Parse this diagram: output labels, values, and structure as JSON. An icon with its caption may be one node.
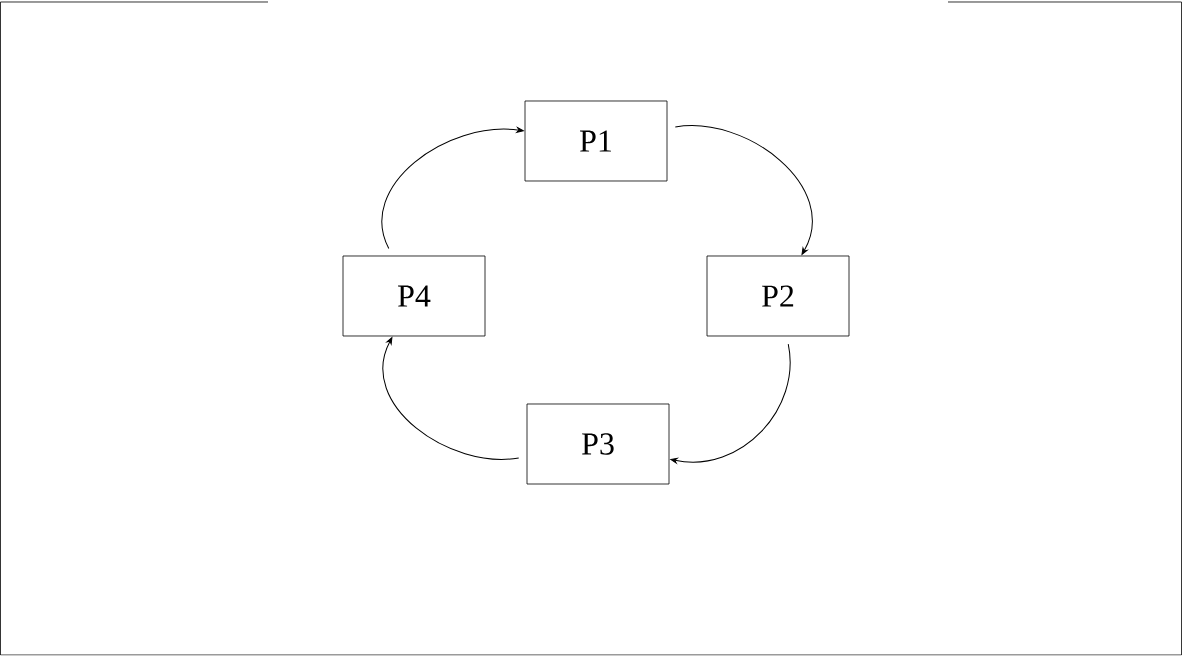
{
  "diagram": {
    "nodes": [
      {
        "text": [
          "P1"
        ]
      },
      {
        "text": [
          "P2"
        ]
      },
      {
        "text": [
          "P3"
        ]
      },
      {
        "text": [
          "P4"
        ]
      }
    ],
    "edges": [
      {
        "from": 0,
        "to": 1,
        "arrow": "to"
      },
      {
        "from": 1,
        "to": 2,
        "arrow": "to"
      },
      {
        "from": 2,
        "to": 3,
        "arrow": "to"
      },
      {
        "from": 3,
        "to": 0,
        "arrow": "to"
      }
    ]
  }
}
